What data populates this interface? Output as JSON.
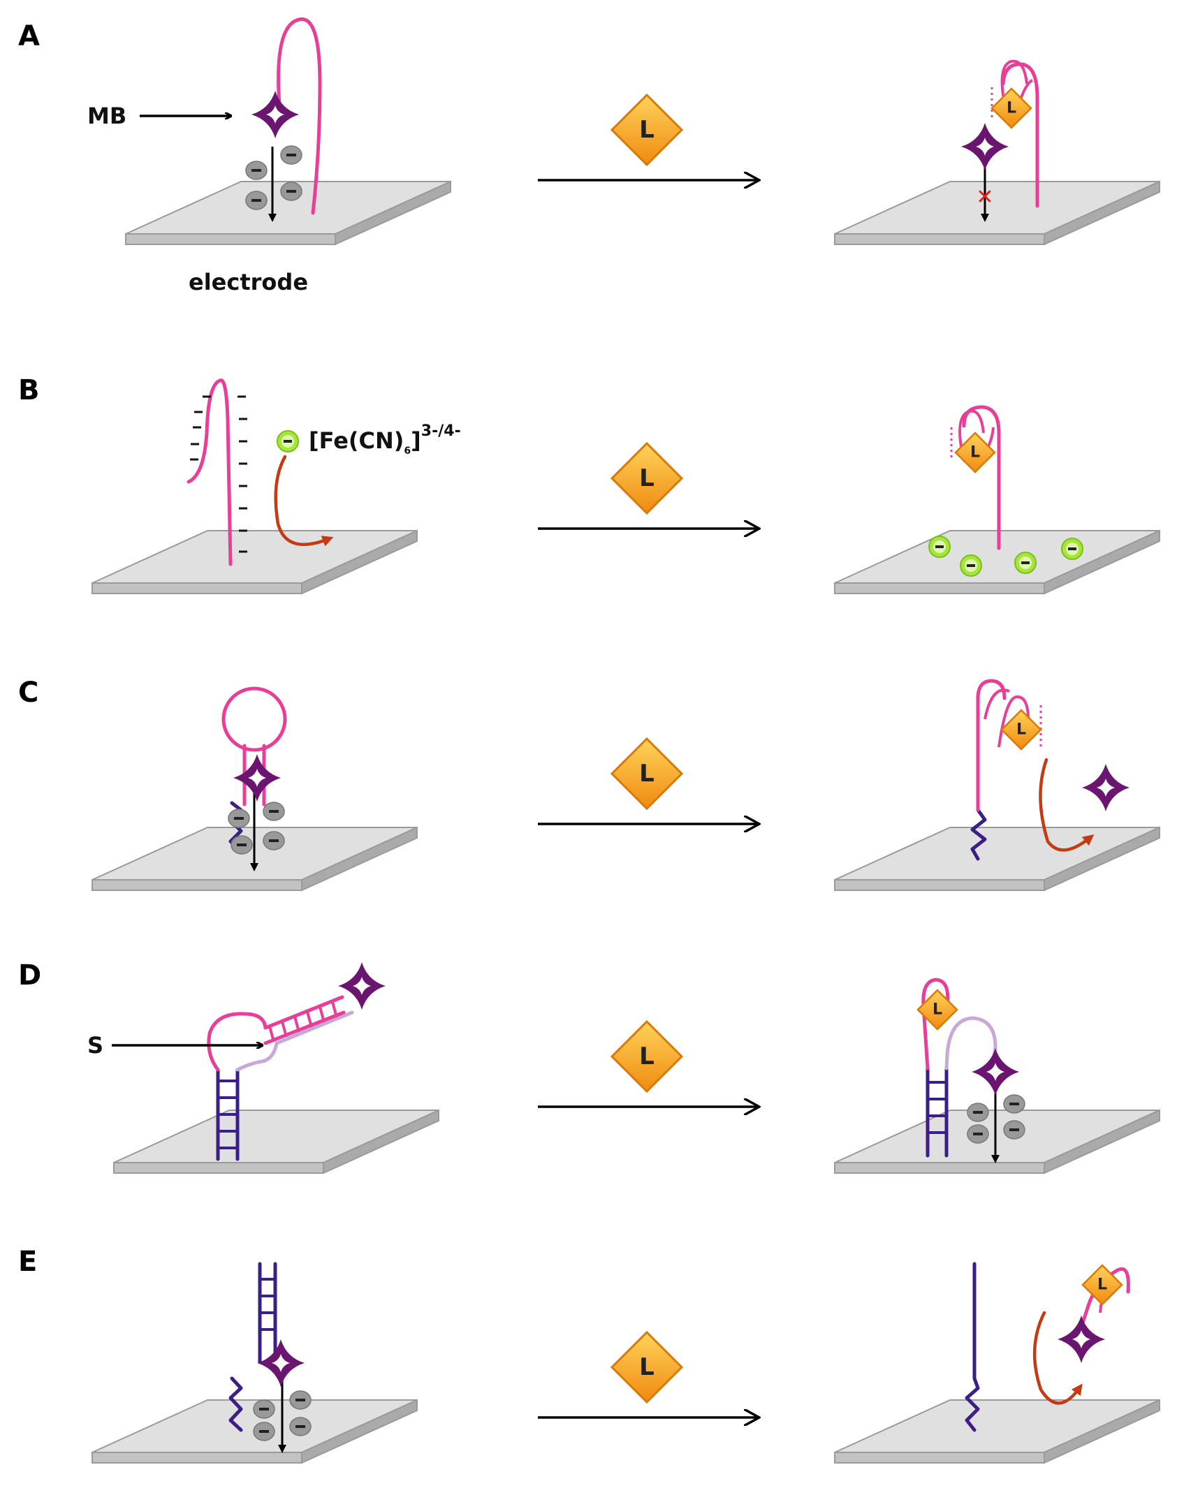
{
  "figure": {
    "panel_labels": [
      "A",
      "B",
      "C",
      "D",
      "E"
    ],
    "ligand_symbol": "L",
    "labels": {
      "redox_tag": "MB",
      "surface": "electrode",
      "probe": "[Fe(CN)",
      "probe_subscript": "6",
      "probe_charge": "]",
      "probe_superscript": "3-/4-",
      "strand": "S"
    },
    "charge_symbol": "-",
    "blocked_symbol": "✕"
  },
  "colors": {
    "aptamer": "#e83e97",
    "methylene_blue": "#6a1670",
    "anchor_strand": "#3c1f86",
    "displaced_strand": "#c8a8d8",
    "ligand_fill": "#f5a21c",
    "ligand_outline": "#d97a08",
    "ferricyanide": "#a6e63a",
    "electron": "#999999",
    "diffusion_arrow": "#c43a12",
    "blocked_mark": "#e02020"
  },
  "icons": {
    "ligand": "diamond-icon",
    "redox_tag": "four-point-star-icon",
    "electron": "electron-minus-icon",
    "reaction": "right-arrow-icon"
  }
}
